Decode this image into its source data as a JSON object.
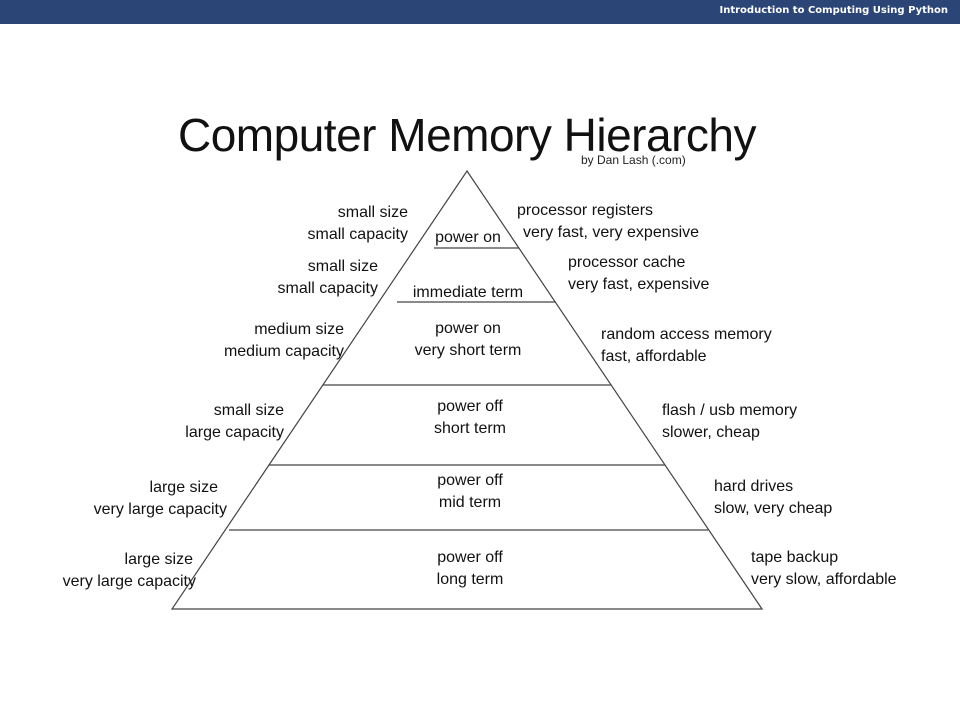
{
  "header": {
    "course_title": "Introduction to Computing Using Python"
  },
  "diagram": {
    "title": "Computer Memory Hierarchy",
    "byline": "by Dan Lash (.com)",
    "levels": [
      {
        "left": [
          "small size",
          "small capacity"
        ],
        "center": [
          "power on"
        ],
        "right": [
          "processor registers",
          "very fast, very expensive"
        ]
      },
      {
        "left": [
          "small size",
          "small capacity"
        ],
        "center": [
          "immediate term"
        ],
        "right": [
          "processor cache",
          "very fast, expensive"
        ]
      },
      {
        "left": [
          "medium size",
          "medium capacity"
        ],
        "center": [
          "power on",
          "very short term"
        ],
        "right": [
          "random access memory",
          "fast, affordable"
        ]
      },
      {
        "left": [
          "small size",
          "large capacity"
        ],
        "center": [
          "power off",
          "short term"
        ],
        "right": [
          "flash / usb memory",
          "slower, cheap"
        ]
      },
      {
        "left": [
          "large size",
          "very large capacity"
        ],
        "center": [
          "power off",
          "mid term"
        ],
        "right": [
          "hard drives",
          "slow, very cheap"
        ]
      },
      {
        "left": [
          "large size",
          "very large capacity"
        ],
        "center": [
          "power off",
          "long term"
        ],
        "right": [
          "tape backup",
          "very slow, affordable"
        ]
      }
    ]
  }
}
